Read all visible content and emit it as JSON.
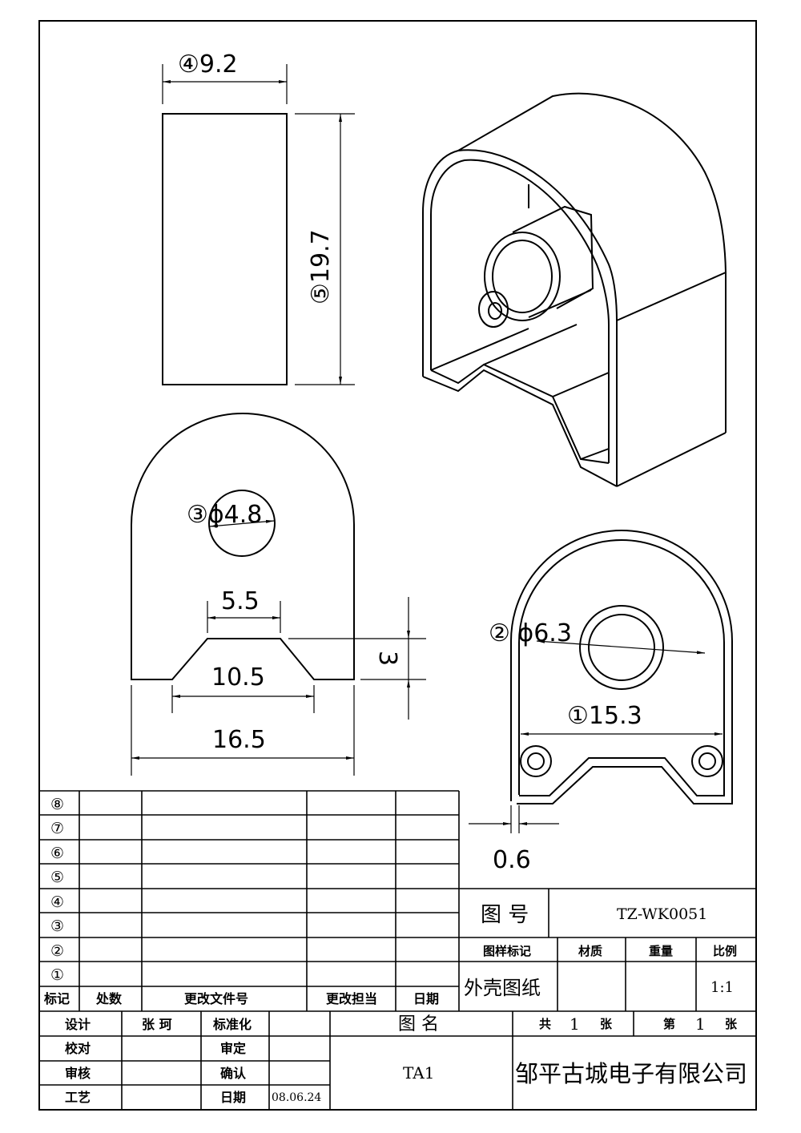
{
  "dimensions": {
    "width_top": "④9.2",
    "height_side": "⑤19.7",
    "hole_small": "③ϕ4.8",
    "notch_top": "5.5",
    "notch_bottom": "10.5",
    "notch_depth": "3",
    "base_width": "16.5",
    "hole_large": "② ϕ6.3",
    "front_width": "①15.3",
    "wall": "0.6"
  },
  "revision_table": {
    "rows": [
      "⑧",
      "⑦",
      "⑥",
      "⑤",
      "④",
      "③",
      "②",
      "①"
    ],
    "headers": [
      "标记",
      "处数",
      "更改文件号",
      "更改担当",
      "日期"
    ]
  },
  "title_block": {
    "drawing_no_label": "图 号",
    "drawing_no": "TZ-WK0051",
    "mark_label": "图样标记",
    "material_label": "材质",
    "weight_label": "重量",
    "scale_label": "比例",
    "drawing_title": "外壳图纸",
    "scale": "1:1",
    "design_label": "设计",
    "designer": "张 珂",
    "standard_label": "标准化",
    "name_label": "图 名",
    "total_label": "共",
    "total_count": "1",
    "sheet_unit1": "张",
    "page_label": "第",
    "page_count": "1",
    "sheet_unit2": "张",
    "check_label": "校对",
    "approve_label": "审定",
    "review_label": "审核",
    "confirm_label": "确认",
    "process_label": "工艺",
    "date_label": "日期",
    "date": "08.06.24",
    "part_name": "TA1",
    "company": "邹平古城电子有限公司"
  }
}
